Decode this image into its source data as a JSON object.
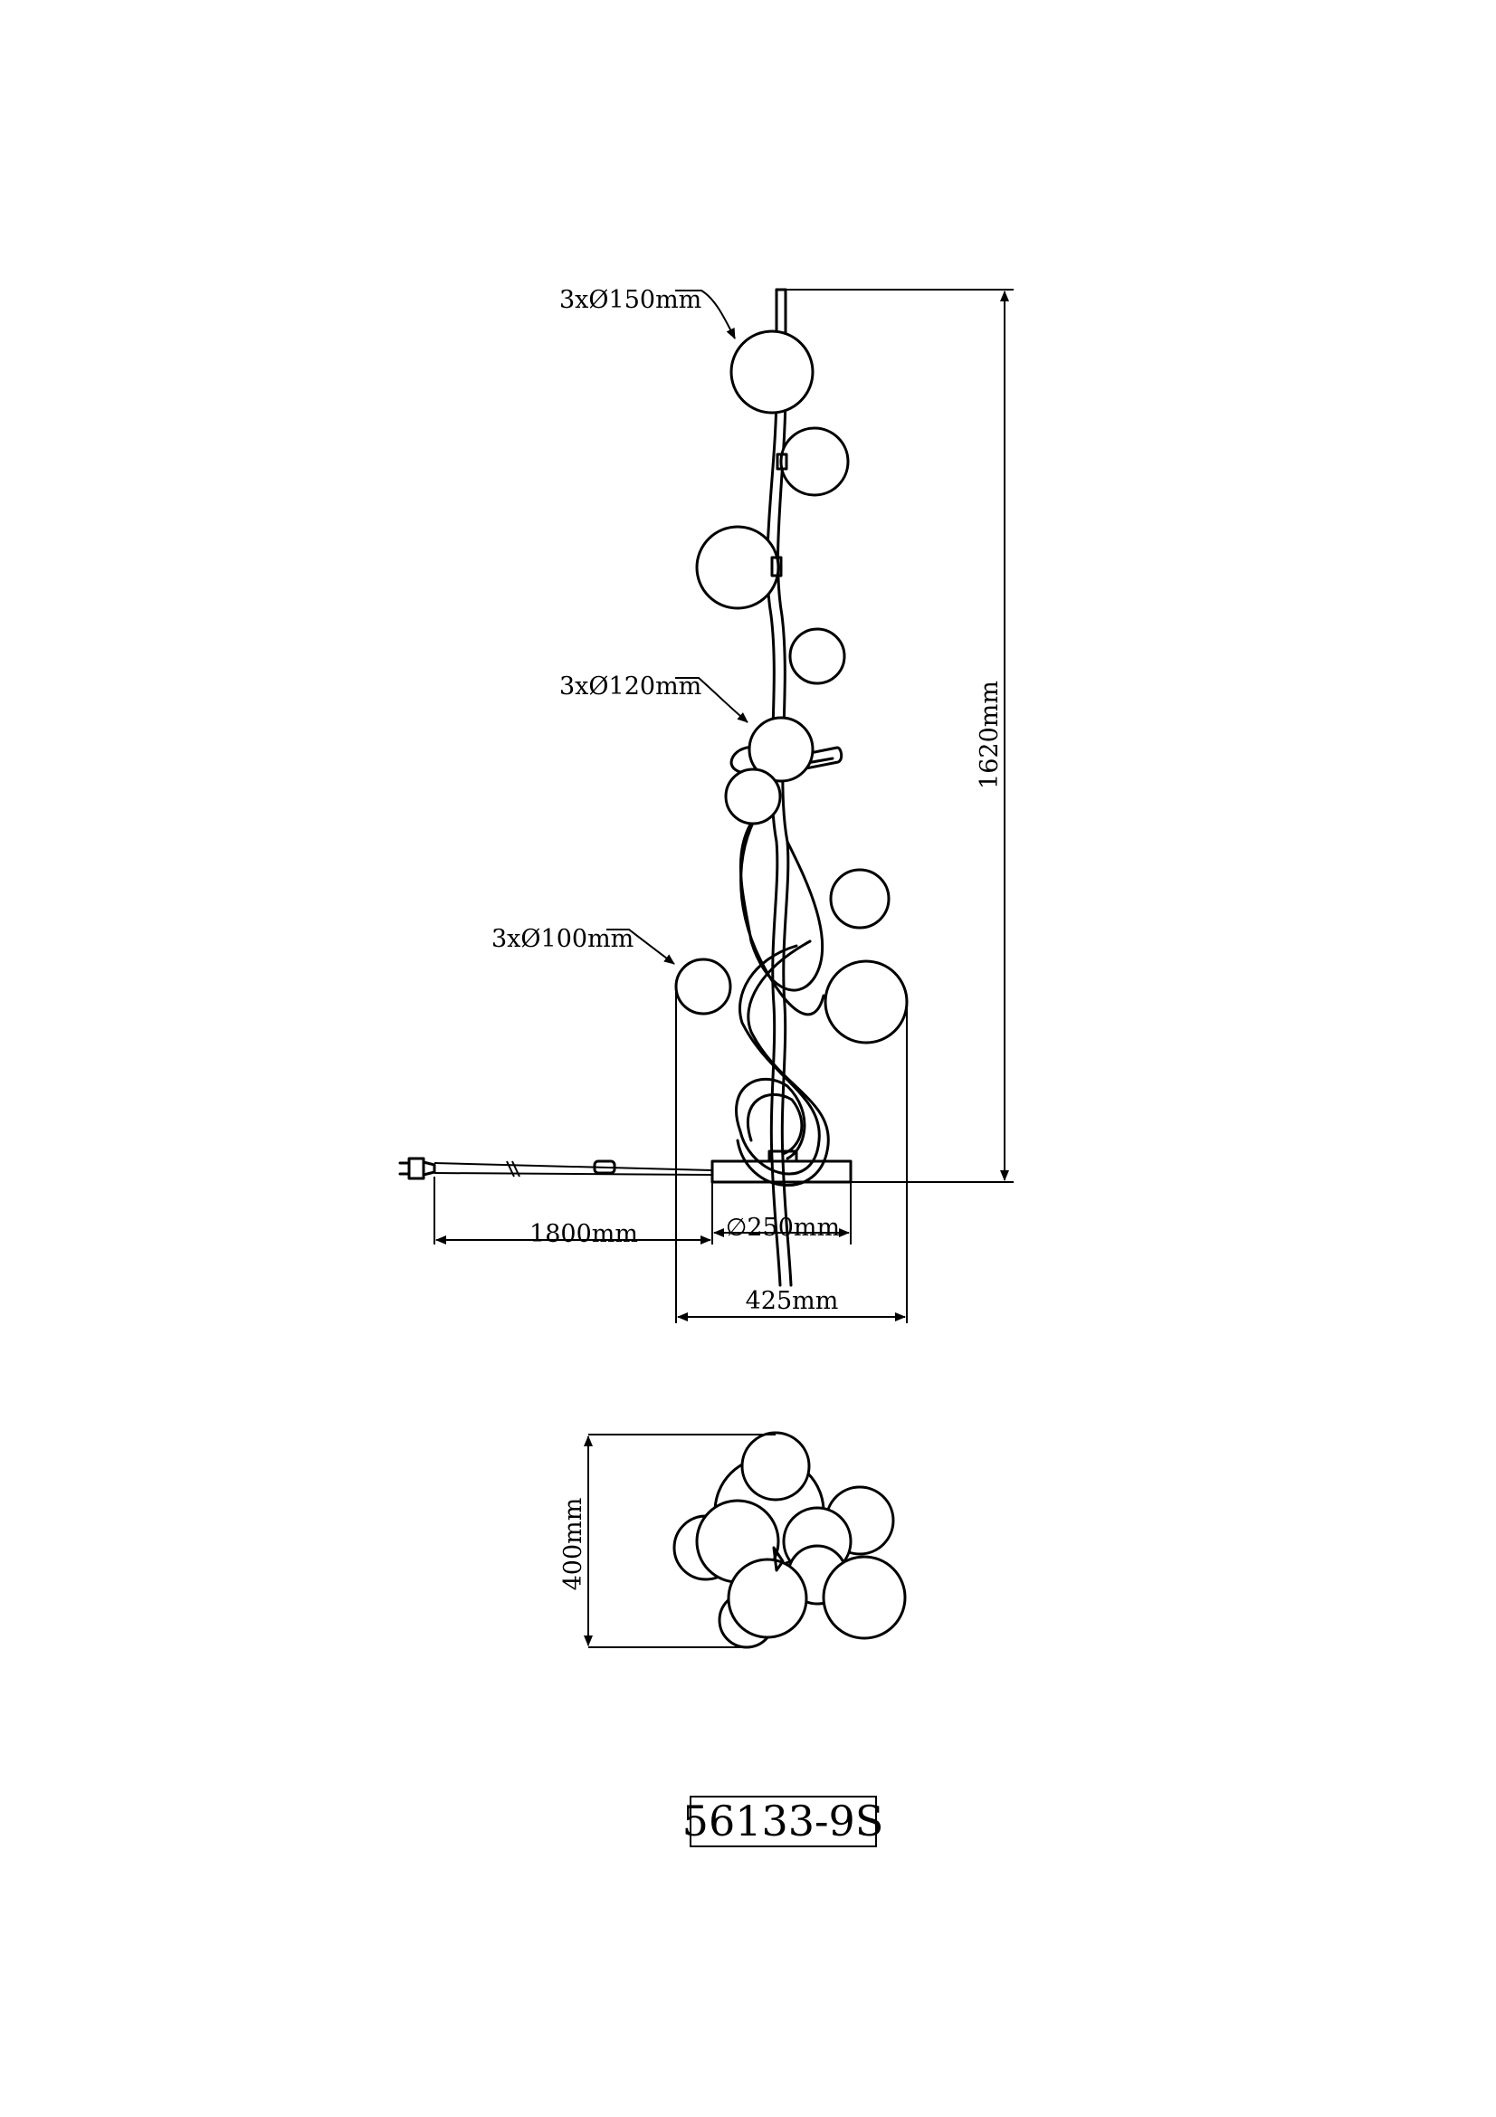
{
  "labels": {
    "globe_large": "3xØ150mm",
    "globe_medium": "3xØ120mm",
    "globe_small": "3xØ100mm",
    "height": "1620mm",
    "cable_length": "1800mm",
    "base_diameter": "∅250mm",
    "total_width": "425mm",
    "top_view_depth": "400mm",
    "model_code": "56133-9S"
  }
}
